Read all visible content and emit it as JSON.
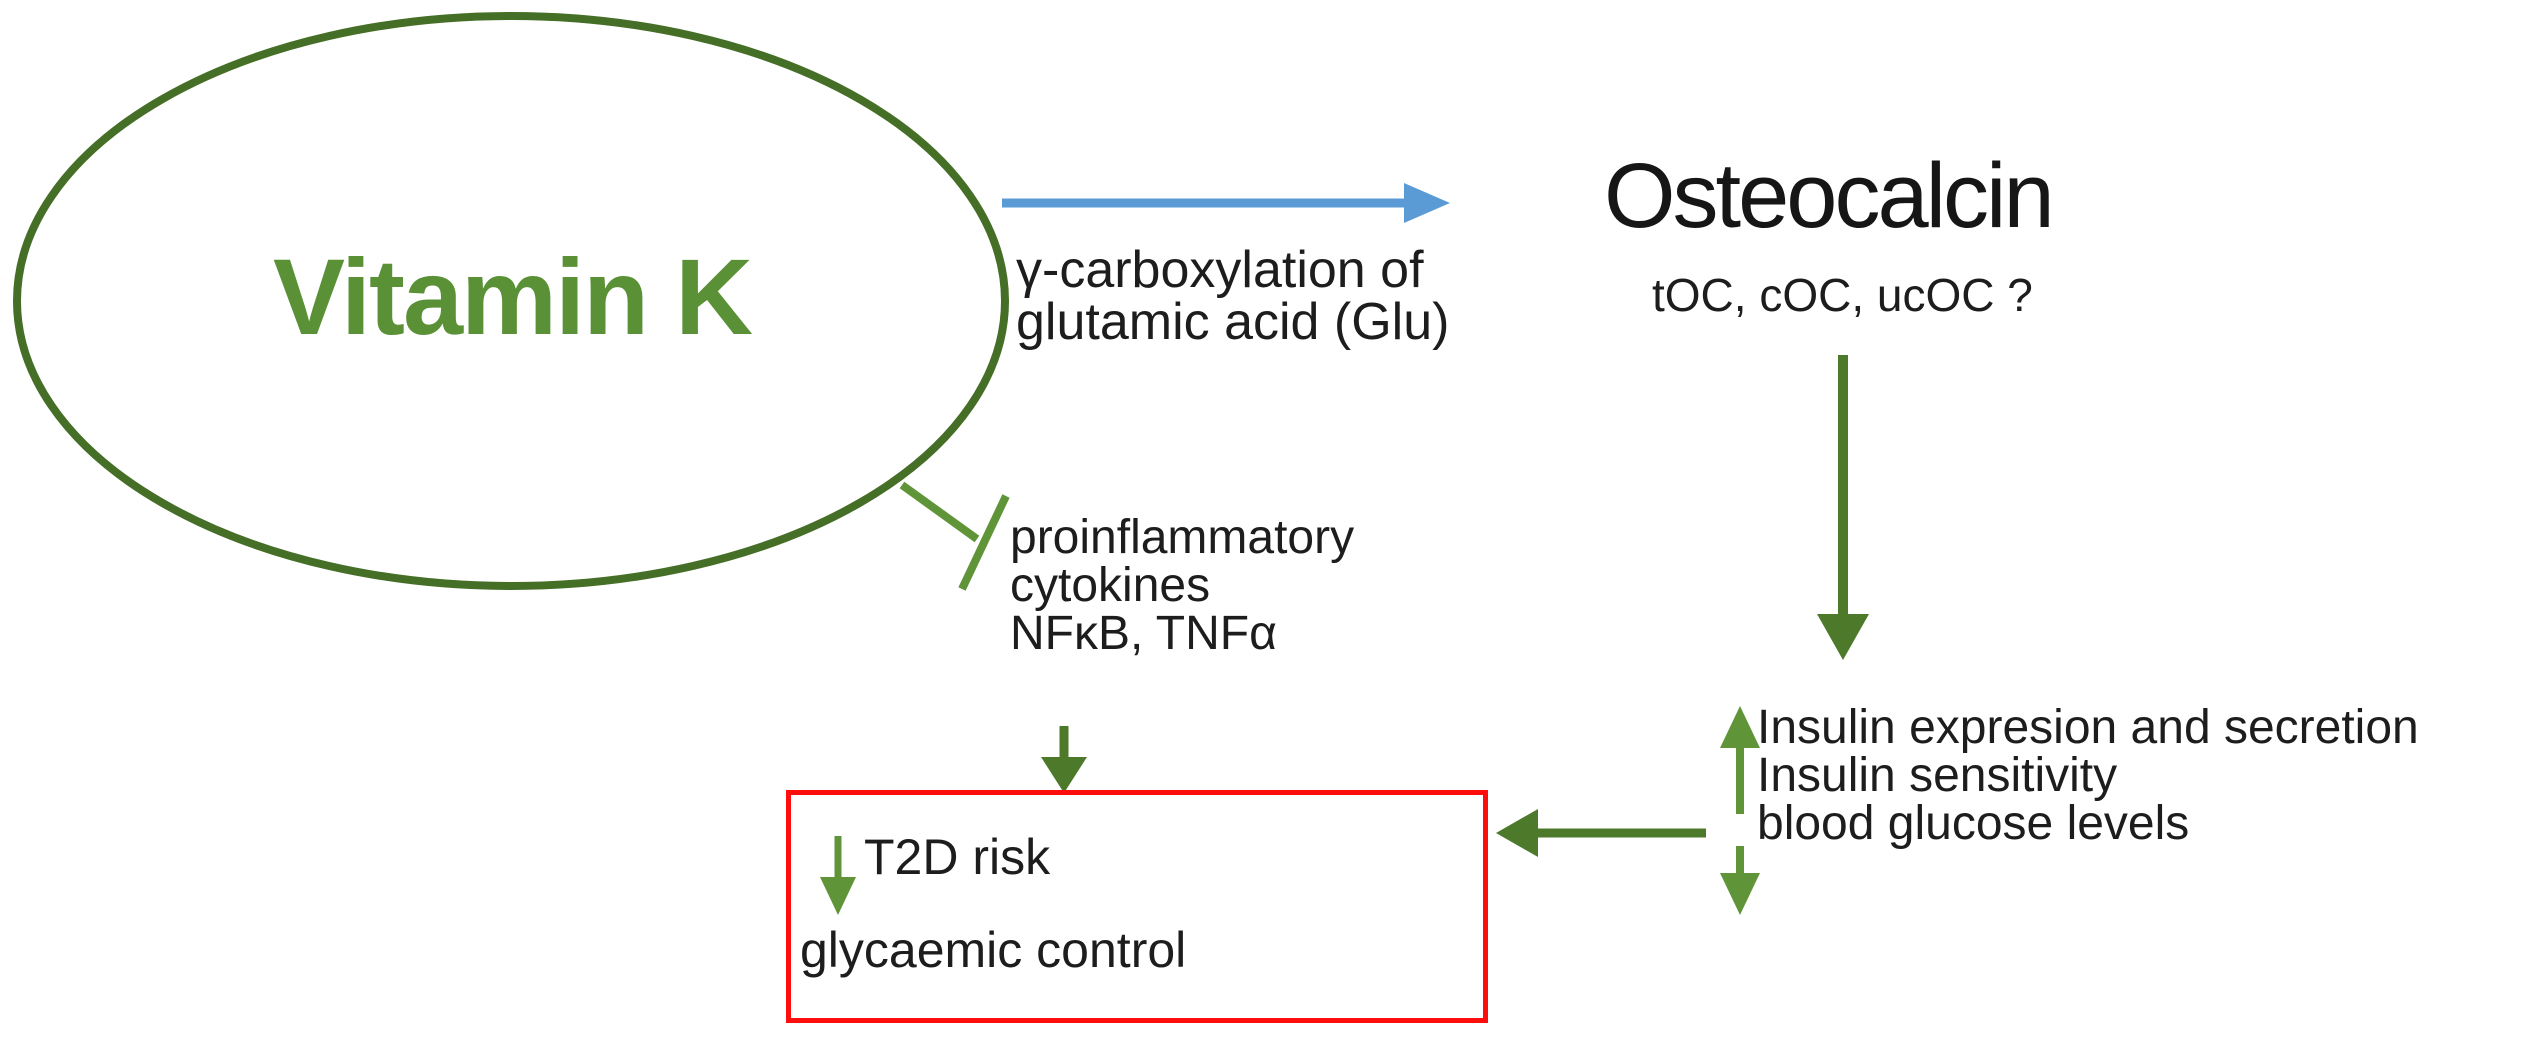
{
  "diagram": {
    "vitamin_k": {
      "label": "Vitamin K"
    },
    "carboxylation": {
      "line1": "γ-carboxylation of",
      "line2": "glutamic acid (Glu)"
    },
    "osteocalcin": {
      "title": "Osteocalcin",
      "subtitle": "tOC, cOC, ucOC ?"
    },
    "cytokines": {
      "line1": "proinflammatory",
      "line2": "cytokines",
      "line3": "NFκB, TNFα"
    },
    "insulin_effects": {
      "line1": "Insulin expresion and secretion",
      "line2": "Insulin sensitivity",
      "line3": "blood glucose levels"
    },
    "outcome": {
      "line1": "T2D risk",
      "line2": "glycaemic control"
    },
    "icons": {
      "carboxylation_arrow": "right-arrow",
      "osteocalcin_down_arrow": "down-arrow",
      "cytokines_inhibition": "t-bar-inhibitor",
      "cytokines_down_arrow": "down-arrow",
      "insulin_up_arrow": "up-arrow",
      "glucose_down_arrow": "down-arrow",
      "outcome_left_arrow": "left-arrow",
      "t2d_decrease_arrow": "down-arrow"
    },
    "colors": {
      "vitamin_green": "#5a9136",
      "ellipse_green": "#456e26",
      "dark_arrow_green": "#4d7a2a",
      "light_arrow_green": "#5f9538",
      "blue_arrow": "#5b9bd5",
      "outcome_box_red": "#fe0d0d",
      "text": "#1d1d1d"
    }
  }
}
